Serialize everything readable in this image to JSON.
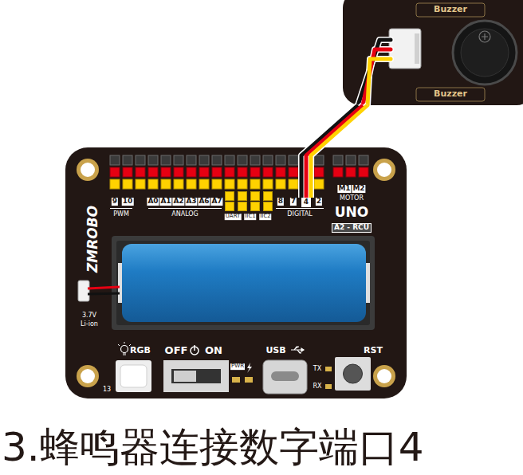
{
  "diagram": {
    "caption": "3.蜂鸣器连接数字端口4",
    "nodes": [
      {
        "text": [
          "Buzzer",
          "Buzzer"
        ]
      },
      {
        "text": [
          "ZMROBO",
          "UNO",
          "A2 - RCU"
        ]
      },
      {
        "text": [
          "4"
        ],
        "in": 1
      }
    ],
    "edges": [
      {
        "from": 0,
        "to": 2,
        "arrow": "none"
      }
    ],
    "labels": [
      "9",
      "10",
      "A0",
      "A1",
      "A2",
      "A3",
      "A6",
      "A7",
      "8",
      "7",
      "2",
      "PWM",
      "ANALOG",
      "DIGITAL",
      "UART",
      "IIC1",
      "IIC2",
      "M1",
      "M2",
      "MOTOR",
      "3.7V",
      "Li-ion",
      "RGB",
      "13",
      "OFF",
      "ON",
      "USB",
      "PWR",
      "TX",
      "RX",
      "RST"
    ]
  }
}
